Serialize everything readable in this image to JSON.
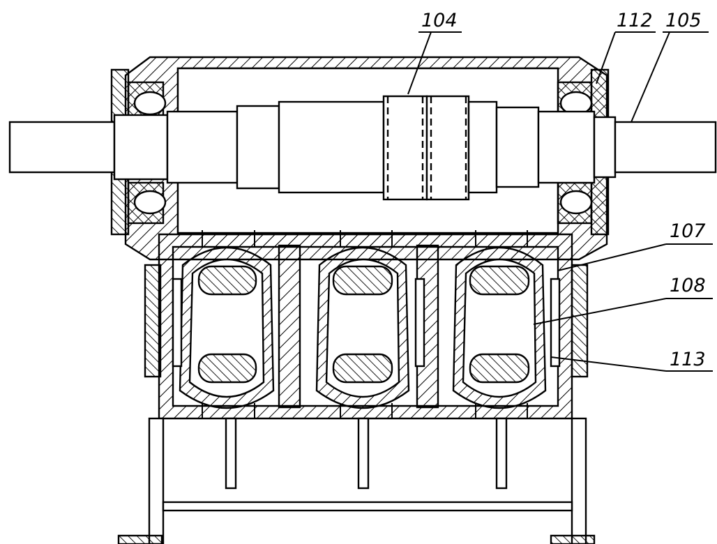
{
  "labels": {
    "ref_104": "104",
    "ref_112": "112",
    "ref_105": "105",
    "ref_107": "107",
    "ref_108": "108",
    "ref_113": "113"
  },
  "colors": {
    "line": "#000000",
    "background": "#ffffff"
  }
}
